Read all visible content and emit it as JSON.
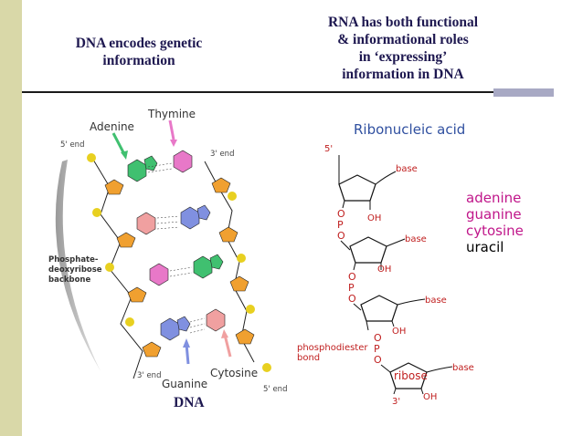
{
  "slide": {
    "left_title": [
      "DNA encodes genetic",
      "information"
    ],
    "right_title": [
      "RNA has both functional",
      "& informational roles",
      "in ‘expressing’",
      "information in DNA"
    ]
  },
  "dna_figure": {
    "thymine_label": "Thymine",
    "adenine_label": "Adenine",
    "five_prime_top": "5' end",
    "three_prime_top": "3' end",
    "backbone_label": [
      "Phosphate-",
      "deoxyribose",
      "backbone"
    ],
    "three_prime_bottom": "3' end",
    "five_prime_bottom": "5' end",
    "cytosine_label": "Cytosine",
    "guanine_label": "Guanine",
    "caption": "DNA",
    "colors": {
      "thymine": "#e878c8",
      "adenine": "#40c070",
      "cytosine": "#f0a0a0",
      "guanine": "#8090e0",
      "sugar": "#f0a030",
      "phosphate": "#e8d020"
    }
  },
  "rna_figure": {
    "title": "Ribonucleic acid",
    "five_prime": "5'",
    "three_prime": "3'",
    "base_label": "base",
    "oh_label": "OH",
    "phosphate_letters": [
      "O",
      "P",
      "O"
    ],
    "phosphodiester_label": [
      "phosphodiester",
      "bond"
    ],
    "ribose_label": "ribose",
    "bases": [
      "adenine",
      "guanine",
      "cytosine",
      "uracil"
    ],
    "colors": {
      "title": "#3050a0",
      "annotation": "#c02020",
      "bases_list": "#c0168a",
      "uracil": "#000000"
    }
  }
}
